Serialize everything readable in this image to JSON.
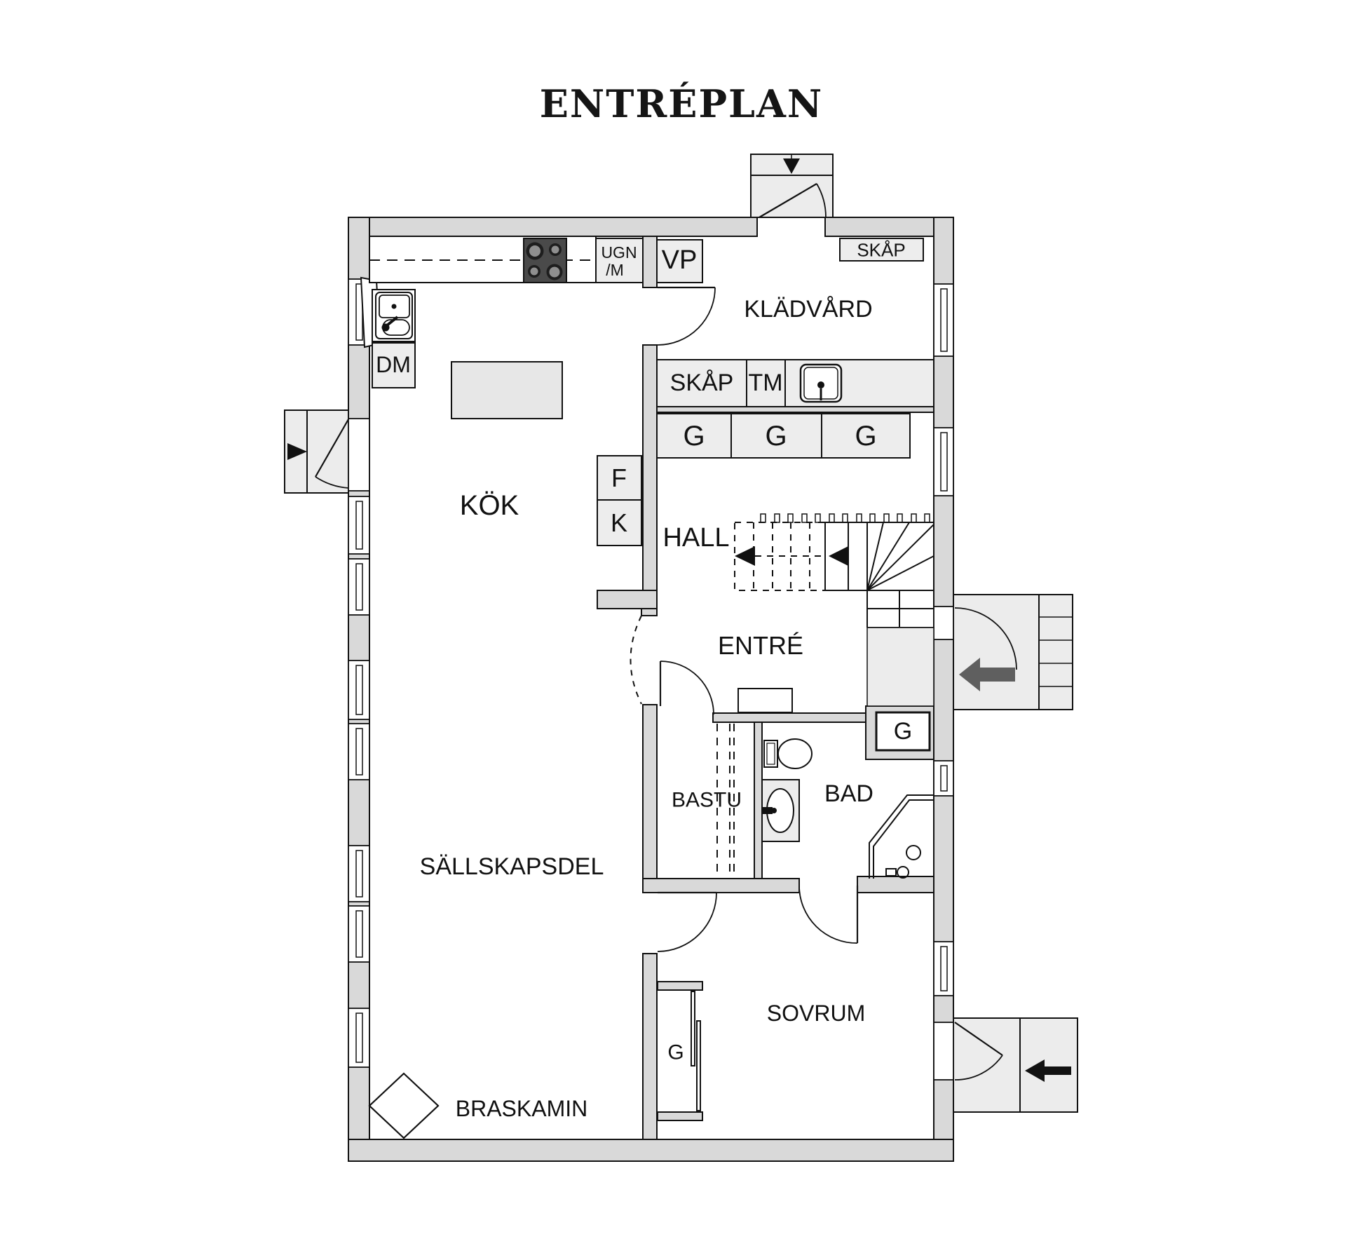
{
  "title": "ENTRÉPLAN",
  "rooms": {
    "kitchen": "KÖK",
    "laundry": "KLÄDVÅRD",
    "hall": "HALL",
    "entry": "ENTRÉ",
    "sauna": "BASTU",
    "bath": "BAD",
    "living": "SÄLLSKAPSDEL",
    "bedroom": "SOVRUM"
  },
  "fixtures": {
    "oven_line1": "UGN",
    "oven_line2": "/M",
    "heat_pump": "VP",
    "dishwasher": "DM",
    "cabinet_top": "SKÅP",
    "cabinet_laundry": "SKÅP",
    "washing_machine": "TM",
    "fridge": "F",
    "freezer": "K",
    "fireplace": "BRASKAMIN"
  },
  "wardrobes": {
    "hall": [
      "G",
      "G",
      "G"
    ],
    "entry": "G",
    "bedroom": "G"
  },
  "colors": {
    "wall": "#d9d9d9",
    "fixture_fill": "#ededed",
    "porch_fill": "#ececec",
    "island_fill": "#e7e7e7",
    "stove": "#4a4a4a",
    "line": "#111111",
    "entry_arrow": "#5f5f5f"
  }
}
